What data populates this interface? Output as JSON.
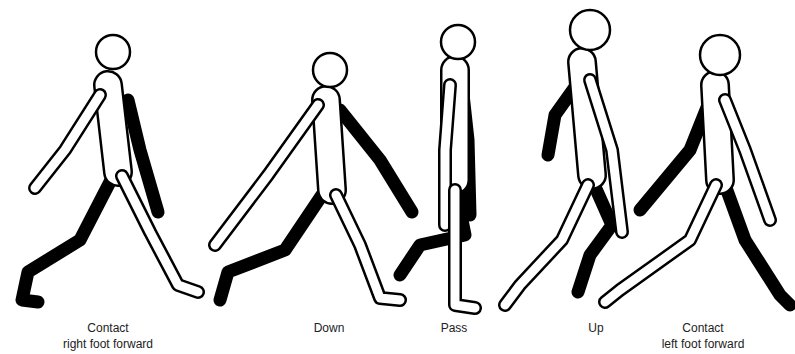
{
  "diagram": {
    "labels": [
      "Contact",
      "right foot forward",
      "Down",
      "Pass",
      "Up",
      "Contact",
      "left foot forward"
    ]
  }
}
